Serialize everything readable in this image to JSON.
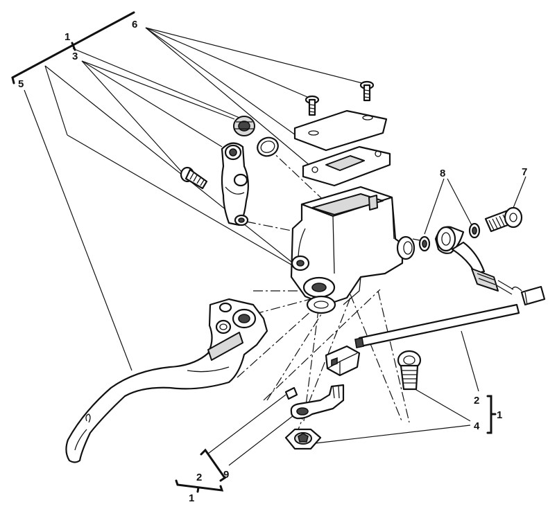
{
  "callouts": {
    "top_group_total": "1",
    "label_6": "6",
    "label_3": "3",
    "label_5": "5",
    "label_8": "8",
    "label_7": "7",
    "label_2_right": "2",
    "label_1_right": "1",
    "label_4": "4",
    "label_9": "9",
    "label_2_bottom": "2",
    "label_1_bottom": "1"
  },
  "colors": {
    "line": "#111111",
    "background": "#ffffff",
    "shade": "#d9d9d9"
  }
}
